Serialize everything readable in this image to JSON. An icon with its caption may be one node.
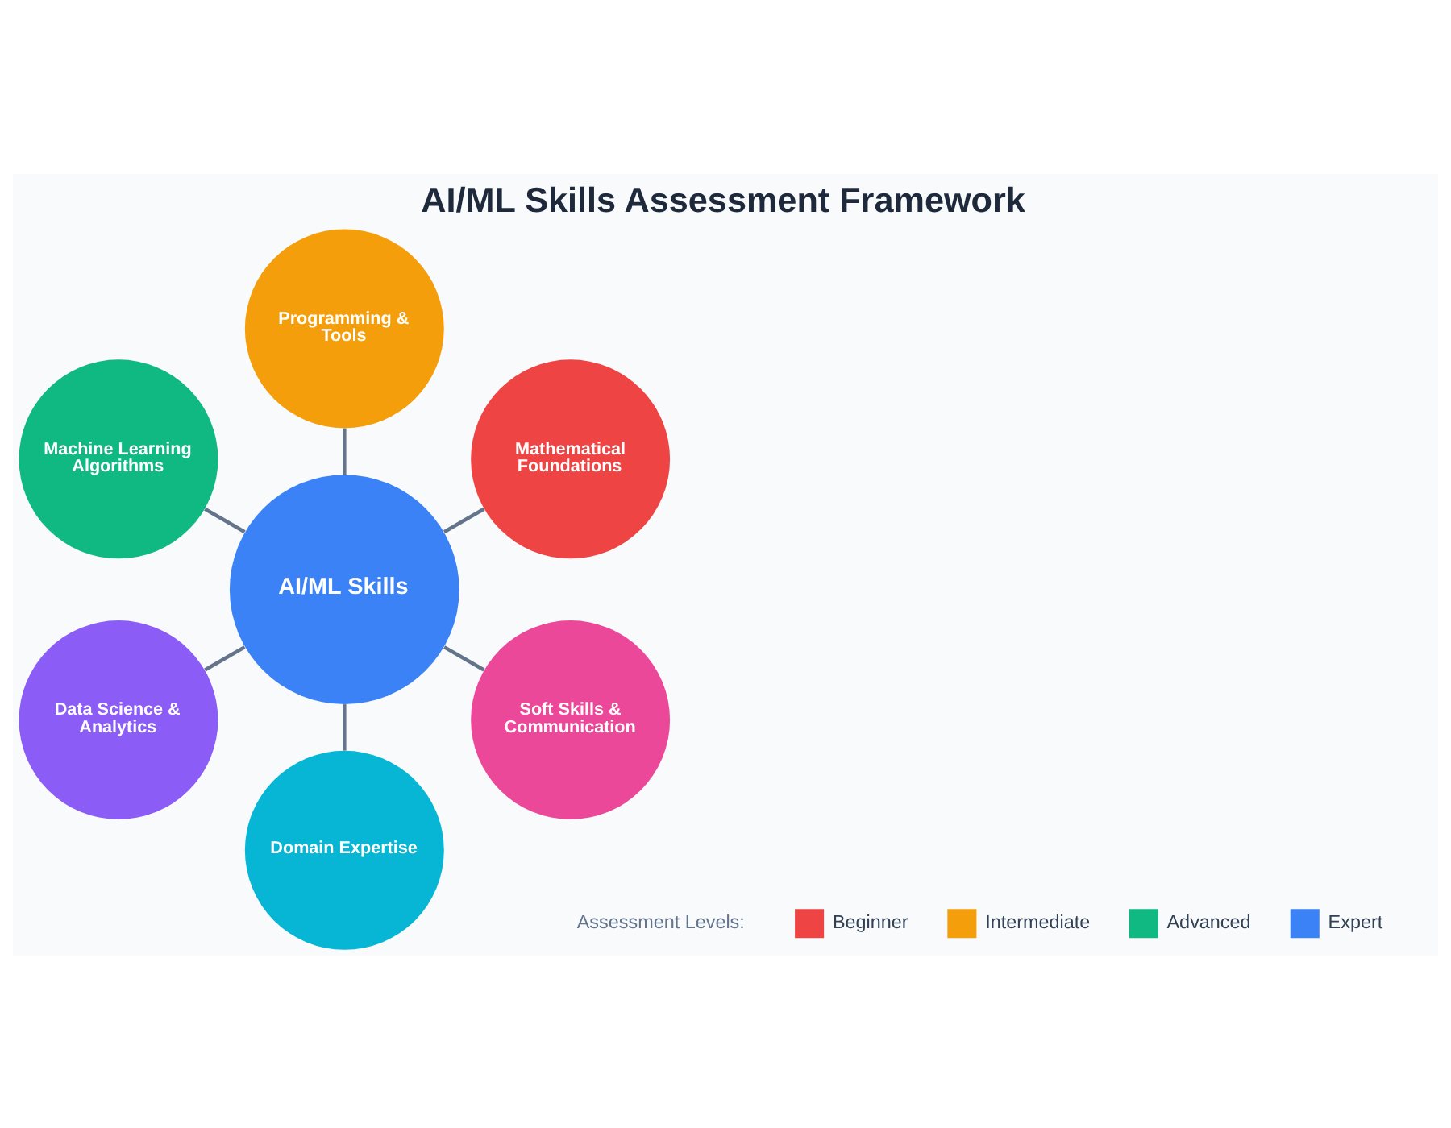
{
  "diagram": {
    "title": "AI/ML Skills Assessment Framework",
    "nodes": [
      {
        "text": [
          "AI/ML Skills"
        ]
      },
      {
        "text": [
          "Mathematical Foundations"
        ]
      },
      {
        "text": [
          "Programming & Tools"
        ]
      },
      {
        "text": [
          "Machine Learning Algorithms"
        ]
      },
      {
        "text": [
          "Data Science & Analytics"
        ]
      },
      {
        "text": [
          "Domain Expertise"
        ]
      },
      {
        "text": [
          "Soft Skills & Communication"
        ]
      }
    ],
    "edges": [
      {
        "from": 0,
        "to": 1,
        "arrow": "none"
      },
      {
        "from": 0,
        "to": 2,
        "arrow": "none"
      },
      {
        "from": 0,
        "to": 3,
        "arrow": "none"
      },
      {
        "from": 0,
        "to": 4,
        "arrow": "none"
      },
      {
        "from": 0,
        "to": 5,
        "arrow": "none"
      },
      {
        "from": 0,
        "to": 6,
        "arrow": "none"
      }
    ],
    "labels": [
      "Assessment Levels:"
    ],
    "legend": [
      {
        "text": "Beginner",
        "color": "#ef4444"
      },
      {
        "text": "Intermediate",
        "color": "#f59e0b"
      },
      {
        "text": "Advanced",
        "color": "#10b981"
      },
      {
        "text": "Expert",
        "color": "#3b82f6"
      }
    ]
  }
}
